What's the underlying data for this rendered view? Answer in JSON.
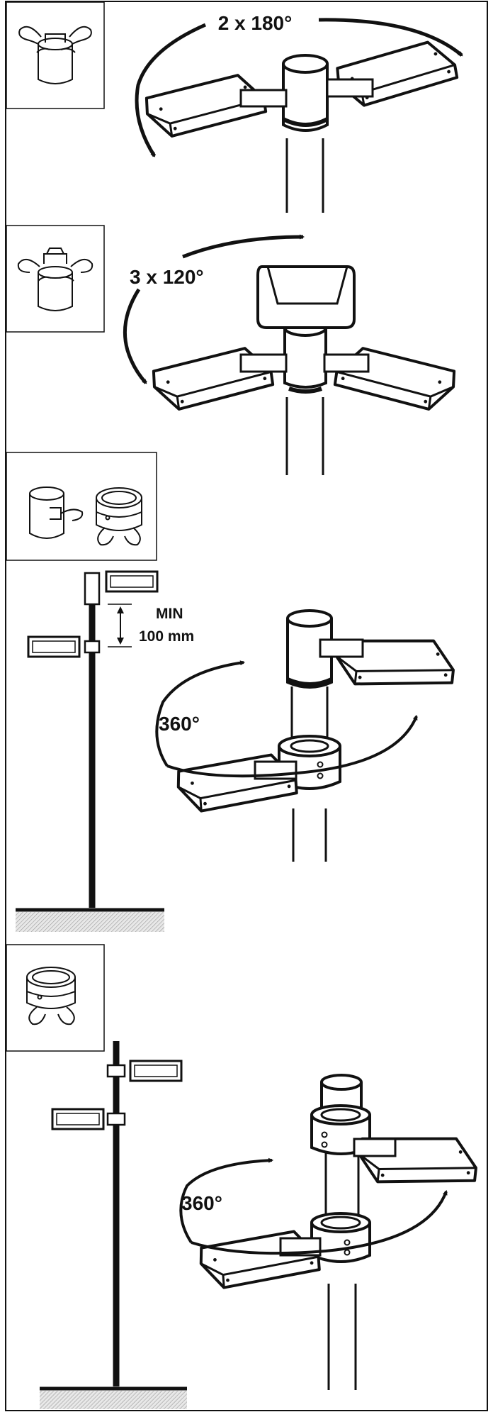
{
  "panels": [
    {
      "rotation_label": "2 x 180°"
    },
    {
      "rotation_label": "3 x 120°"
    },
    {
      "rotation_label": "360°",
      "spacing_label_line1": "MIN",
      "spacing_label_line2": "100 mm"
    },
    {
      "rotation_label": "360°"
    }
  ],
  "colors": {
    "ink": "#111111",
    "paper": "#ffffff",
    "ground_hatch": "#bdbdbd"
  }
}
